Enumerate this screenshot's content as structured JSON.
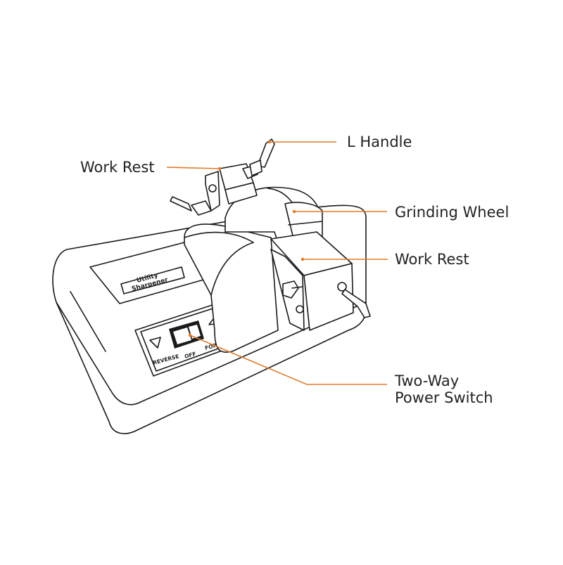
{
  "colors": {
    "leader_line": "#e07a2a",
    "outline": "#1a1a1a",
    "label_text": "#222222"
  },
  "callouts": {
    "l_handle": "L Handle",
    "work_rest_top": "Work Rest",
    "grinding_wheel": "Grinding Wheel",
    "work_rest_side": "Work Rest",
    "power_switch_line1": "Two-Way",
    "power_switch_line2": "Power Switch"
  },
  "device": {
    "label_line1": "Utility",
    "label_line2": "Sharpener",
    "switch_reverse": "REVERSE",
    "switch_off": "OFF",
    "switch_forward": "FORWARD"
  },
  "icons": [
    "reverse-arrow-icon",
    "forward-arrow-icon",
    "rocker-switch-icon"
  ]
}
